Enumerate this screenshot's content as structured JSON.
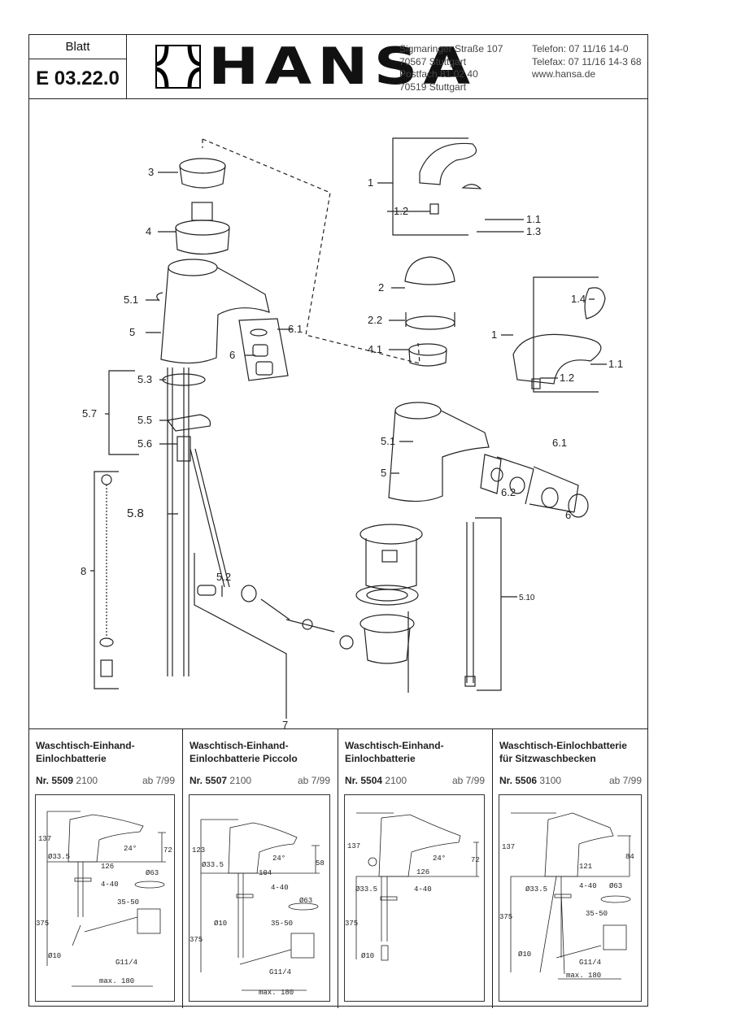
{
  "header": {
    "blatt_label": "Blatt",
    "blatt_number": "E 03.22.0",
    "brand": "HANSA",
    "address": [
      "Sigmaringer Straße 107",
      "70567 Stuttgart",
      "Postfach 81 02 40",
      "70519 Stuttgart"
    ],
    "contact": [
      "Telefon: 07 11/16 14-0",
      "Telefax: 07 11/16 14-3 68",
      "www.hansa.de"
    ]
  },
  "drawing": {
    "part_labels": {
      "p3": "3",
      "p4": "4",
      "p5_1_left": "5.1",
      "p5_left": "5",
      "p6_1_left": "6.1",
      "p6_left": "6",
      "p5_3": "5.3",
      "p5_7": "5.7",
      "p5_5": "5.5",
      "p5_6": "5.6",
      "p5_8": "5.8",
      "p5_2": "5.2",
      "p8": "8",
      "p7": "7",
      "p5_10": "5.10",
      "p1_top": "1",
      "p1_1_top": "1.1",
      "p1_3": "1.3",
      "p1_2_top": "1.2",
      "p2": "2",
      "p2_2": "2.2",
      "p4_1": "4.1",
      "p1_4": "1.4",
      "p1_right": "1",
      "p1_1_right": "1.1",
      "p1_2_right": "1.2",
      "p5_1_right": "5.1",
      "p5_right": "5",
      "p6_1_right": "6.1",
      "p6_2": "6.2",
      "p6_right": "6"
    }
  },
  "products": [
    {
      "title_line1": "Waschtisch-Einhand-",
      "title_line2": "Einlochbatterie",
      "nr_prefix": "Nr.",
      "nr": "5509",
      "code": "2100",
      "date": "ab 7/99",
      "dims": {
        "height_top": "137",
        "diameter": "Ø33.5",
        "angle": "24°",
        "spout_height": "72",
        "reach": "126",
        "range": "4-40",
        "drain_dia": "Ø63",
        "drain_range": "35-50",
        "height_bottom": "375",
        "rod_dia": "Ø10",
        "thread": "G11/4",
        "max": "max. 180"
      }
    },
    {
      "title_line1": "Waschtisch-Einhand-",
      "title_line2": "Einlochbatterie Piccolo",
      "nr_prefix": "Nr.",
      "nr": "5507",
      "code": "2100",
      "date": "ab 7/99",
      "dims": {
        "height_top": "123",
        "diameter": "Ø33.5",
        "angle": "24°",
        "spout_height": "58",
        "reach": "104",
        "range": "4-40",
        "drain_dia": "Ø63",
        "drain_range": "35-50",
        "height_bottom": "375",
        "rod_dia": "Ø10",
        "thread": "G11/4",
        "max": "max. 180"
      }
    },
    {
      "title_line1": "Waschtisch-Einhand-",
      "title_line2": "Einlochbatterie",
      "nr_prefix": "Nr.",
      "nr": "5504",
      "code": "2100",
      "date": "ab 7/99",
      "dims": {
        "height_top": "137",
        "diameter": "Ø33.5",
        "angle": "24°",
        "spout_height": "72",
        "reach": "126",
        "range": "4-40",
        "height_bottom": "375",
        "rod_dia": "Ø10"
      }
    },
    {
      "title_line1": "Waschtisch-Einlochbatterie",
      "title_line2": "für Sitzwaschbecken",
      "nr_prefix": "Nr.",
      "nr": "5506",
      "code": "3100",
      "date": "ab 7/99",
      "dims": {
        "height_top": "137",
        "diameter": "Ø33.5",
        "spout_height": "84",
        "reach": "121",
        "range": "4-40",
        "drain_dia": "Ø63",
        "drain_range": "35-50",
        "height_bottom": "375",
        "rod_dia": "Ø10",
        "thread": "G11/4",
        "max": "max. 180"
      }
    }
  ]
}
